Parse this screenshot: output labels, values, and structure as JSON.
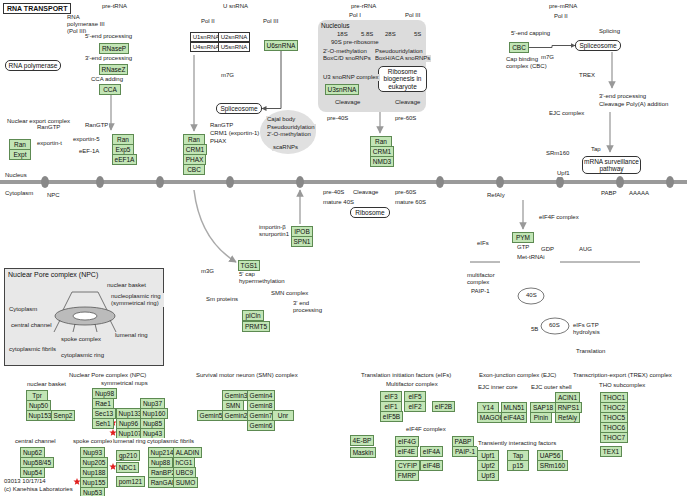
{
  "diagram": {
    "title": "RNA TRANSPORT",
    "nodes": [
      {
        "text": [
          "RNA polymerase"
        ]
      },
      {
        "text": [
          "RNaseP"
        ]
      },
      {
        "text": [
          "RNaseZ"
        ]
      },
      {
        "text": [
          "CCA"
        ]
      },
      {
        "text": [
          "U1snRNA"
        ]
      },
      {
        "text": [
          "U2snRNA"
        ]
      },
      {
        "text": [
          "U4snRNA"
        ]
      },
      {
        "text": [
          "U5snRNA"
        ]
      },
      {
        "text": [
          "U6snRNA"
        ]
      },
      {
        "text": [
          "Nucleolus"
        ]
      },
      {
        "text": [
          "U3snRNA"
        ],
        "in": 9
      },
      {
        "text": [
          "Ribosome biogenesis in eukaryote"
        ],
        "in": 9
      },
      {
        "text": [
          "CBC"
        ]
      },
      {
        "text": [
          "Spliceosome"
        ]
      },
      {
        "text": [
          "Spliceosome"
        ]
      },
      {
        "text": [
          "Ran"
        ]
      },
      {
        "text": [
          "Expt"
        ]
      },
      {
        "text": [
          "Ran"
        ]
      },
      {
        "text": [
          "Exp5"
        ]
      },
      {
        "text": [
          "eEF1A"
        ]
      },
      {
        "text": [
          "Ran"
        ]
      },
      {
        "text": [
          "CRM1"
        ]
      },
      {
        "text": [
          "PHAX"
        ]
      },
      {
        "text": [
          "CBC"
        ]
      },
      {
        "text": [
          "Ran"
        ]
      },
      {
        "text": [
          "CRM1"
        ]
      },
      {
        "text": [
          "NMD3"
        ]
      },
      {
        "text": [
          "mRNA surveillance pathway"
        ]
      },
      {
        "text": [
          "Ribosome"
        ]
      },
      {
        "text": [
          "IPOB"
        ]
      },
      {
        "text": [
          "SPN1"
        ]
      },
      {
        "text": [
          "PYM"
        ]
      },
      {
        "text": [
          "TGS1"
        ]
      },
      {
        "text": [
          "pICln"
        ]
      },
      {
        "text": [
          "PRMT5"
        ]
      },
      {
        "text": [
          "Nuclear Pore complex (NPC)"
        ]
      },
      {
        "text": [
          "Tpr"
        ]
      },
      {
        "text": [
          "Nup50"
        ]
      },
      {
        "text": [
          "Nup153"
        ]
      },
      {
        "text": [
          "Senp2"
        ]
      },
      {
        "text": [
          "Nup98"
        ]
      },
      {
        "text": [
          "Rae1"
        ]
      },
      {
        "text": [
          "Sec13"
        ]
      },
      {
        "text": [
          "Seh1"
        ]
      },
      {
        "text": [
          "Nup133"
        ]
      },
      {
        "text": [
          "Nup96"
        ]
      },
      {
        "text": [
          "Nup107"
        ]
      },
      {
        "text": [
          "Nup37"
        ]
      },
      {
        "text": [
          "Nup160"
        ]
      },
      {
        "text": [
          "Nup85"
        ]
      },
      {
        "text": [
          "Nup43"
        ]
      },
      {
        "text": [
          "Nup62"
        ]
      },
      {
        "text": [
          "Nup58/45"
        ]
      },
      {
        "text": [
          "Nup54"
        ]
      },
      {
        "text": [
          "Nup93"
        ]
      },
      {
        "text": [
          "Nup205"
        ]
      },
      {
        "text": [
          "Nup188"
        ]
      },
      {
        "text": [
          "Nup155"
        ]
      },
      {
        "text": [
          "Nup53"
        ]
      },
      {
        "text": [
          "gp210"
        ]
      },
      {
        "text": [
          "NDC1"
        ]
      },
      {
        "text": [
          "pom121"
        ]
      },
      {
        "text": [
          "Nup214"
        ]
      },
      {
        "text": [
          "ALADIN"
        ]
      },
      {
        "text": [
          "Nup88"
        ]
      },
      {
        "text": [
          "hCG1"
        ]
      },
      {
        "text": [
          "RanBP2"
        ]
      },
      {
        "text": [
          "UBC9"
        ]
      },
      {
        "text": [
          "RanGAP"
        ]
      },
      {
        "text": [
          "SUMO"
        ]
      },
      {
        "text": [
          "Gemin3"
        ]
      },
      {
        "text": [
          "Gemin4"
        ]
      },
      {
        "text": [
          "SMN"
        ]
      },
      {
        "text": [
          "Gemin8"
        ]
      },
      {
        "text": [
          "Gemin5"
        ]
      },
      {
        "text": [
          "Gemin2"
        ]
      },
      {
        "text": [
          "Gemin7"
        ]
      },
      {
        "text": [
          "Unr"
        ]
      },
      {
        "text": [
          "Gemin6"
        ]
      },
      {
        "text": [
          "eIF3"
        ]
      },
      {
        "text": [
          "eIF5"
        ]
      },
      {
        "text": [
          "eIF1"
        ]
      },
      {
        "text": [
          "eIF2"
        ]
      },
      {
        "text": [
          "eIF2B"
        ]
      },
      {
        "text": [
          "eIF5B"
        ]
      },
      {
        "text": [
          "4E-BP"
        ]
      },
      {
        "text": [
          "Maskin"
        ]
      },
      {
        "text": [
          "eIF4G"
        ]
      },
      {
        "text": [
          "eIF4E"
        ]
      },
      {
        "text": [
          "eIF4A"
        ]
      },
      {
        "text": [
          "PABP"
        ]
      },
      {
        "text": [
          "PAIP-1"
        ]
      },
      {
        "text": [
          "CYFIP"
        ]
      },
      {
        "text": [
          "FMRP"
        ]
      },
      {
        "text": [
          "eIF4B"
        ]
      },
      {
        "text": [
          "Y14"
        ]
      },
      {
        "text": [
          "MLN51"
        ]
      },
      {
        "text": [
          "MAGOH"
        ]
      },
      {
        "text": [
          "eIF4A3"
        ]
      },
      {
        "text": [
          "ACIN1"
        ]
      },
      {
        "text": [
          "SAP18"
        ]
      },
      {
        "text": [
          "RNPS1"
        ]
      },
      {
        "text": [
          "Pinin"
        ]
      },
      {
        "text": [
          "RefAly"
        ]
      },
      {
        "text": [
          "Upf1"
        ]
      },
      {
        "text": [
          "Upf2"
        ]
      },
      {
        "text": [
          "Upf3"
        ]
      },
      {
        "text": [
          "Tap"
        ]
      },
      {
        "text": [
          "p15"
        ]
      },
      {
        "text": [
          "UAP56"
        ]
      },
      {
        "text": [
          "SRm160"
        ]
      },
      {
        "text": [
          "THOC1"
        ]
      },
      {
        "text": [
          "THOC2"
        ]
      },
      {
        "text": [
          "THOC5"
        ]
      },
      {
        "text": [
          "THOC6"
        ]
      },
      {
        "text": [
          "THOC7"
        ]
      },
      {
        "text": [
          "TEX1"
        ]
      }
    ],
    "edges": [
      {
        "from": 8,
        "to": 14,
        "arrow": "to"
      },
      {
        "from": 12,
        "to": 13,
        "arrow": "to"
      }
    ],
    "labels": [
      "pre-tRNA",
      "RNA polymerase III (Pol III)",
      "U snRNA",
      "Pol II",
      "Pol III",
      "pre-rRNA",
      "Pol I",
      "Pol III",
      "pre-mRNA",
      "Pol II",
      "5'-end processing",
      "3'-end processing",
      "CCA adding",
      "18S",
      "5.8S",
      "28S",
      "5S",
      "90S pre-ribosome",
      "2'-O-methylation",
      "BoxC/D snoRNPs",
      "Pseudouridylation",
      "BoxH/ACA snoRNPs",
      "U3 snoRNP complex",
      "Cleavage",
      "Cleavage",
      "pre-40S",
      "pre-60S",
      "Nuclear export complex",
      "RanGTP",
      "exportin-t",
      "RanGTP",
      "exportin-5",
      "eEF-1A",
      "RanGTP",
      "CRM1 (exportin-1)",
      "PHAX",
      "Nucleus",
      "Cytoplasm",
      "NPC",
      "Cajal body",
      "Pseudouridylation",
      "2'-O-methylation",
      "scaRNPs",
      "5'-end capping",
      "Splicing",
      "Cap binding complex (CBC)",
      "TREX",
      "3'-end processing",
      "Cleavage Poly(A) addition",
      "EJC complex",
      "SRm160",
      "Tap",
      "Upf1",
      "RefAly",
      "PABP",
      "pre-40S",
      "pre-60S",
      "Cleavage",
      "mature 40S",
      "mature 60S",
      "importin-β",
      "snurportin1",
      "m3G",
      "5' cap hypermethylation",
      "Sm proteins",
      "SMN complex",
      "3' end processing",
      "m7G",
      "m7G",
      "eIFs",
      "GTP",
      "GDP",
      "Met-tRNAi",
      "multifactor complex",
      "PAIP-1",
      "AUG",
      "5B",
      "60S",
      "eIFs GTP hydrolysis",
      "Translation",
      "eIF4F complex",
      "40S",
      "AAAAA",
      "Cytoplasm",
      "nuclear basket",
      "nucleoplasmic ring (symmetrical ring)",
      "central channel",
      "spoke complex",
      "lumenal ring",
      "cytoplasmic fibrils",
      "cytoplasmic ring",
      "Nuclear Pore complex (NPC)",
      "Survival motor neuron (SMN) complex",
      "Translation initiation factors (eIFs)",
      "Exon-junction complex (EJC)",
      "Transcription-export (TREX) complex",
      "nuclear basket",
      "symmetrical nups",
      "Multifactor complex",
      "EJC inner core",
      "EJC outer shell",
      "THO subcomplex",
      "central channel",
      "spoke complex",
      "lumenal ring",
      "cytoplasmic fibrils",
      "eIF4F complex",
      "Transiently interacting factors",
      "03013 10/17/14",
      "(c) Kanehisa Laboratories"
    ]
  }
}
